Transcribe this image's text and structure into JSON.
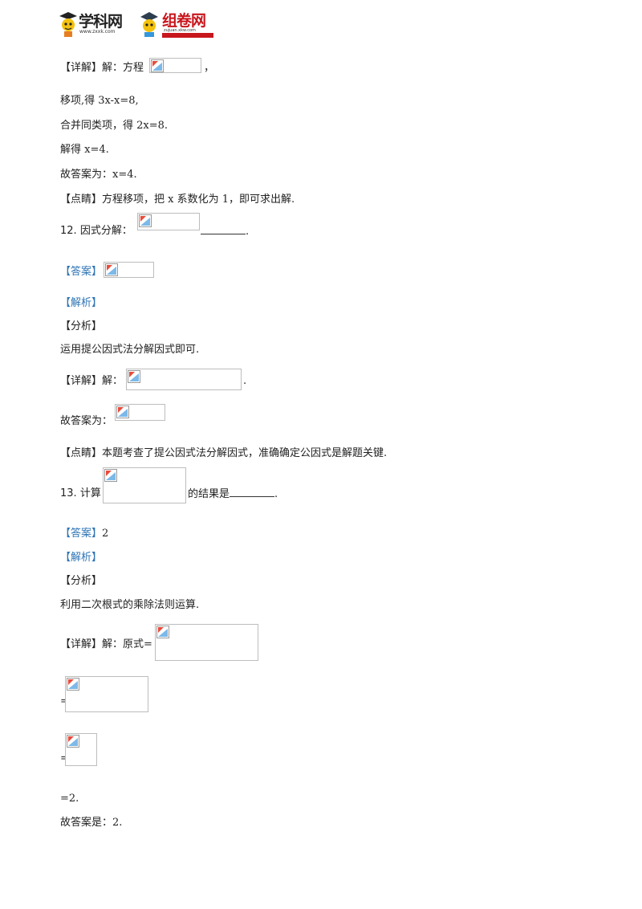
{
  "header": {
    "logo_left": {
      "name": "学科网",
      "url": "www.zxxk.com"
    },
    "logo_right": {
      "name": "组卷网",
      "url": "zujuan.xkw.com"
    }
  },
  "lines": {
    "l1_prefix": "【详解】解：方程",
    "l1_suffix": "，",
    "l2": "移项,得 3x-x=8,",
    "l3": "合并同类项，得 2x=8.",
    "l4": "解得 x=4.",
    "l5": "故答案为：x=4.",
    "l6": "【点睛】方程移项，把 x 系数化为 1，即可求出解.",
    "q12_num": "12.",
    "q12_text": "因式分解：",
    "q12_end": ".",
    "a12_label": "【答案】",
    "a12_analysis": "【解析】",
    "a12_fenxi": "【分析】",
    "a12_fenxi_text": "运用提公因式法分解因式即可.",
    "a12_detail": "【详解】解：",
    "a12_detail_end": ".",
    "a12_result": "故答案为：",
    "a12_dianjing": "【点睛】本题考查了提公因式法分解因式，准确确定公因式是解题关键.",
    "q13_num": "13.",
    "q13_text": "计算",
    "q13_after": "的结果是",
    "q13_end": ".",
    "a13_label": "【答案】",
    "a13_value": "2",
    "a13_analysis": "【解析】",
    "a13_fenxi": "【分析】",
    "a13_fenxi_text": "利用二次根式的乘除法则运算.",
    "a13_detail": "【详解】解：原式=",
    "eq1": "=",
    "eq2": "=",
    "eq3": "=2.",
    "a13_result": "故答案是：2."
  }
}
